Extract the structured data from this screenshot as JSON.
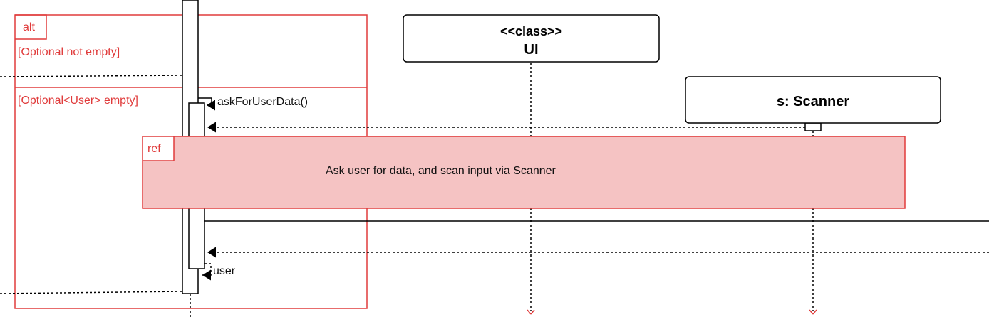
{
  "alt_fragment": {
    "operator": "alt",
    "guard_1": "[Optional not empty]",
    "guard_2": "[Optional<User>  empty]"
  },
  "ref_fragment": {
    "operator": "ref",
    "text": "Ask user for data, and scan input via Scanner"
  },
  "lifelines": [
    {
      "stereotype": "<<class>>",
      "name": "UI"
    },
    {
      "name": "s: Scanner"
    }
  ],
  "messages": [
    {
      "label": "askForUserData()"
    },
    {
      "label": "user"
    }
  ],
  "colors": {
    "fragment_border": "#e03b3b",
    "ref_fill": "#f5c3c3",
    "line": "#000000"
  }
}
